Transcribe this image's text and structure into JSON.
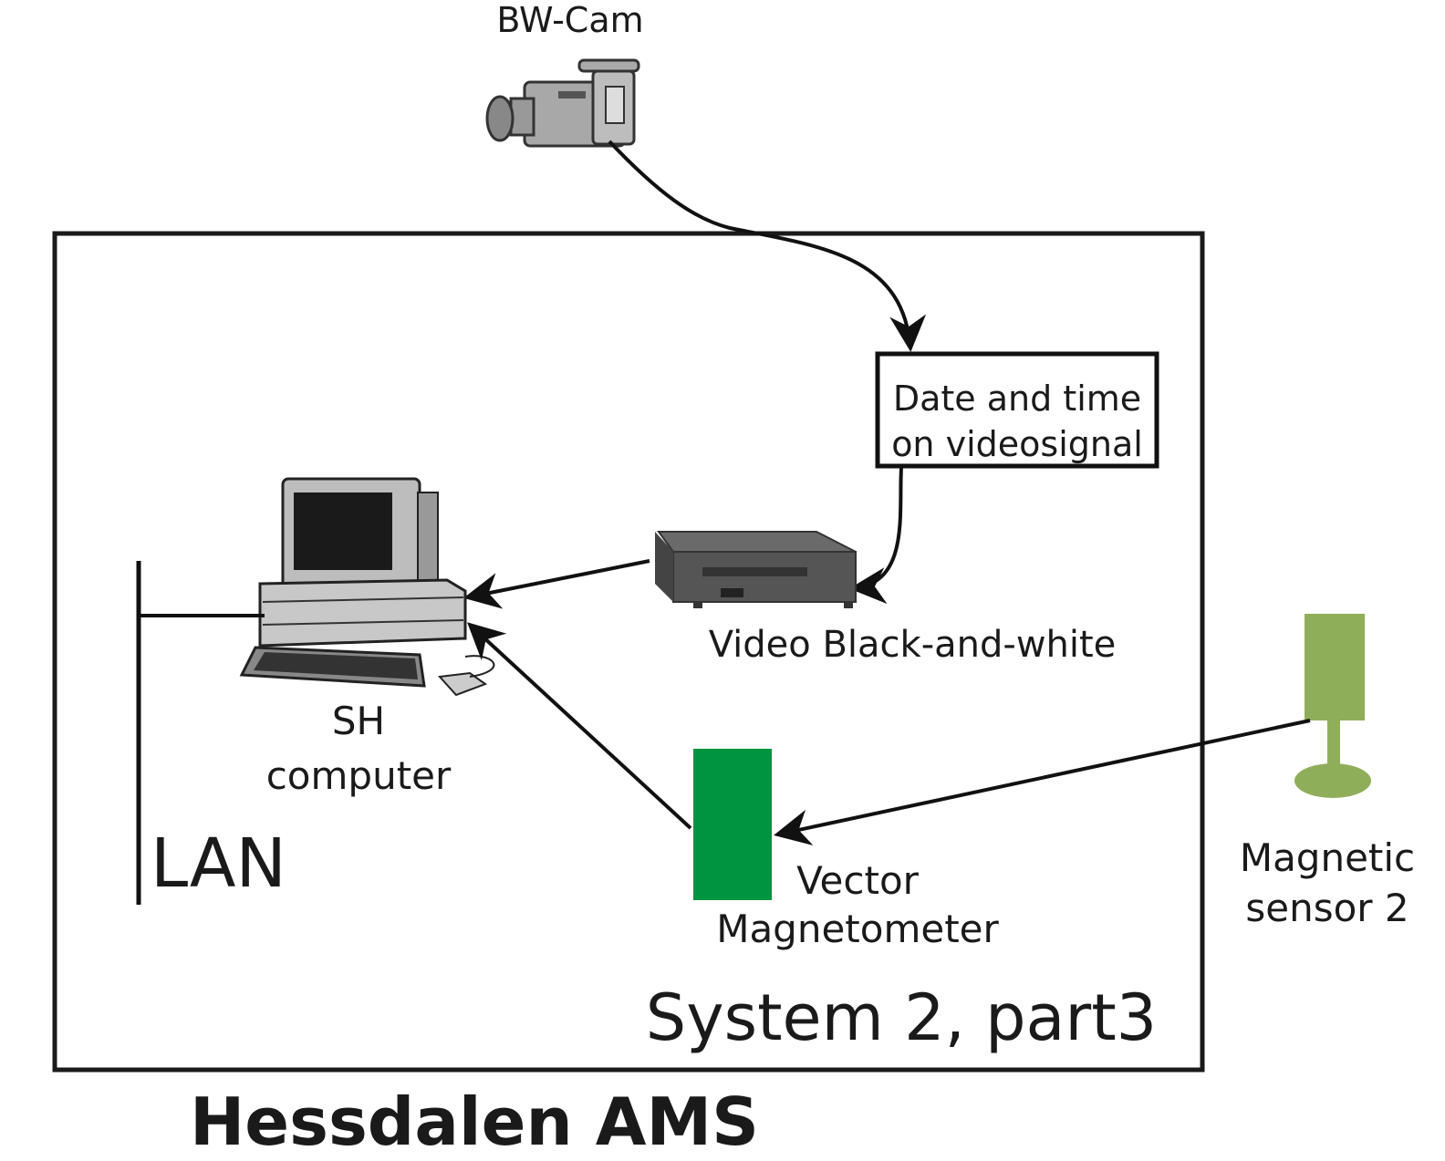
{
  "title": "Hessdalen AMS",
  "system_label": "System 2, part3",
  "camera": {
    "label": "BW-Cam"
  },
  "date_box": {
    "line1": "Date and time",
    "line2": "on videosignal"
  },
  "vcr": {
    "label": "Video Black-and-white"
  },
  "computer": {
    "line1": "SH",
    "line2": "computer"
  },
  "lan": {
    "label": "LAN"
  },
  "magnetometer": {
    "line1": "Vector",
    "line2": "Magnetometer",
    "color": "#009440"
  },
  "sensor": {
    "line1": "Magnetic",
    "line2": "sensor 2",
    "color": "#8fae5a"
  }
}
